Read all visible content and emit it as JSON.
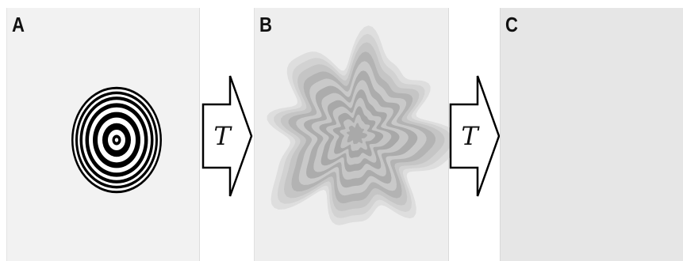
{
  "panels": [
    {
      "letter": "A",
      "content": "concentric-rings"
    },
    {
      "letter": "B",
      "content": "blurred-distorted-rings"
    },
    {
      "letter": "C",
      "content": "empty"
    }
  ],
  "arrows": [
    {
      "label": "T"
    },
    {
      "label": "T"
    }
  ],
  "colors": {
    "ring_dark": "#000000",
    "ring_light": "#ffffff",
    "blob_dark": "#a9a9a9",
    "blob_light": "#cfcfcf"
  }
}
